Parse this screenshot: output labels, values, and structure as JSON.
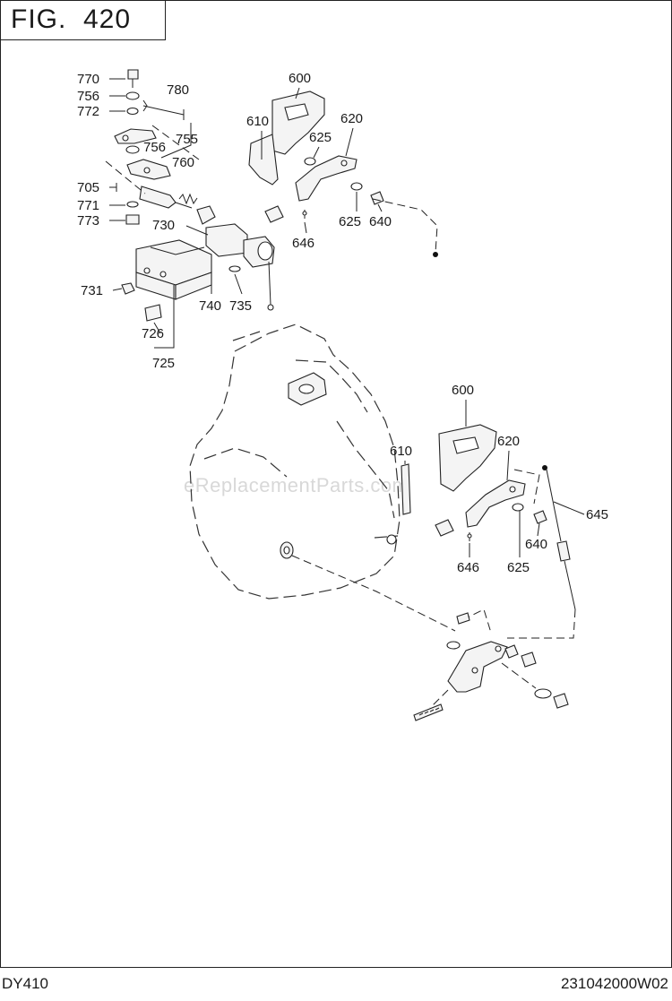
{
  "figure": {
    "title": "FIG.  420"
  },
  "footer": {
    "model": "DY410",
    "code": "231042000W02"
  },
  "watermark": "eReplacementParts.com",
  "callouts": {
    "upper": [
      "770",
      "756",
      "772",
      "780",
      "756",
      "755",
      "760",
      "705",
      "771",
      "773",
      "730",
      "731",
      "726",
      "725",
      "740",
      "735",
      "600",
      "610",
      "625",
      "620",
      "625",
      "640",
      "646"
    ],
    "lower": [
      "600",
      "610",
      "620",
      "645",
      "640",
      "625",
      "646"
    ]
  }
}
